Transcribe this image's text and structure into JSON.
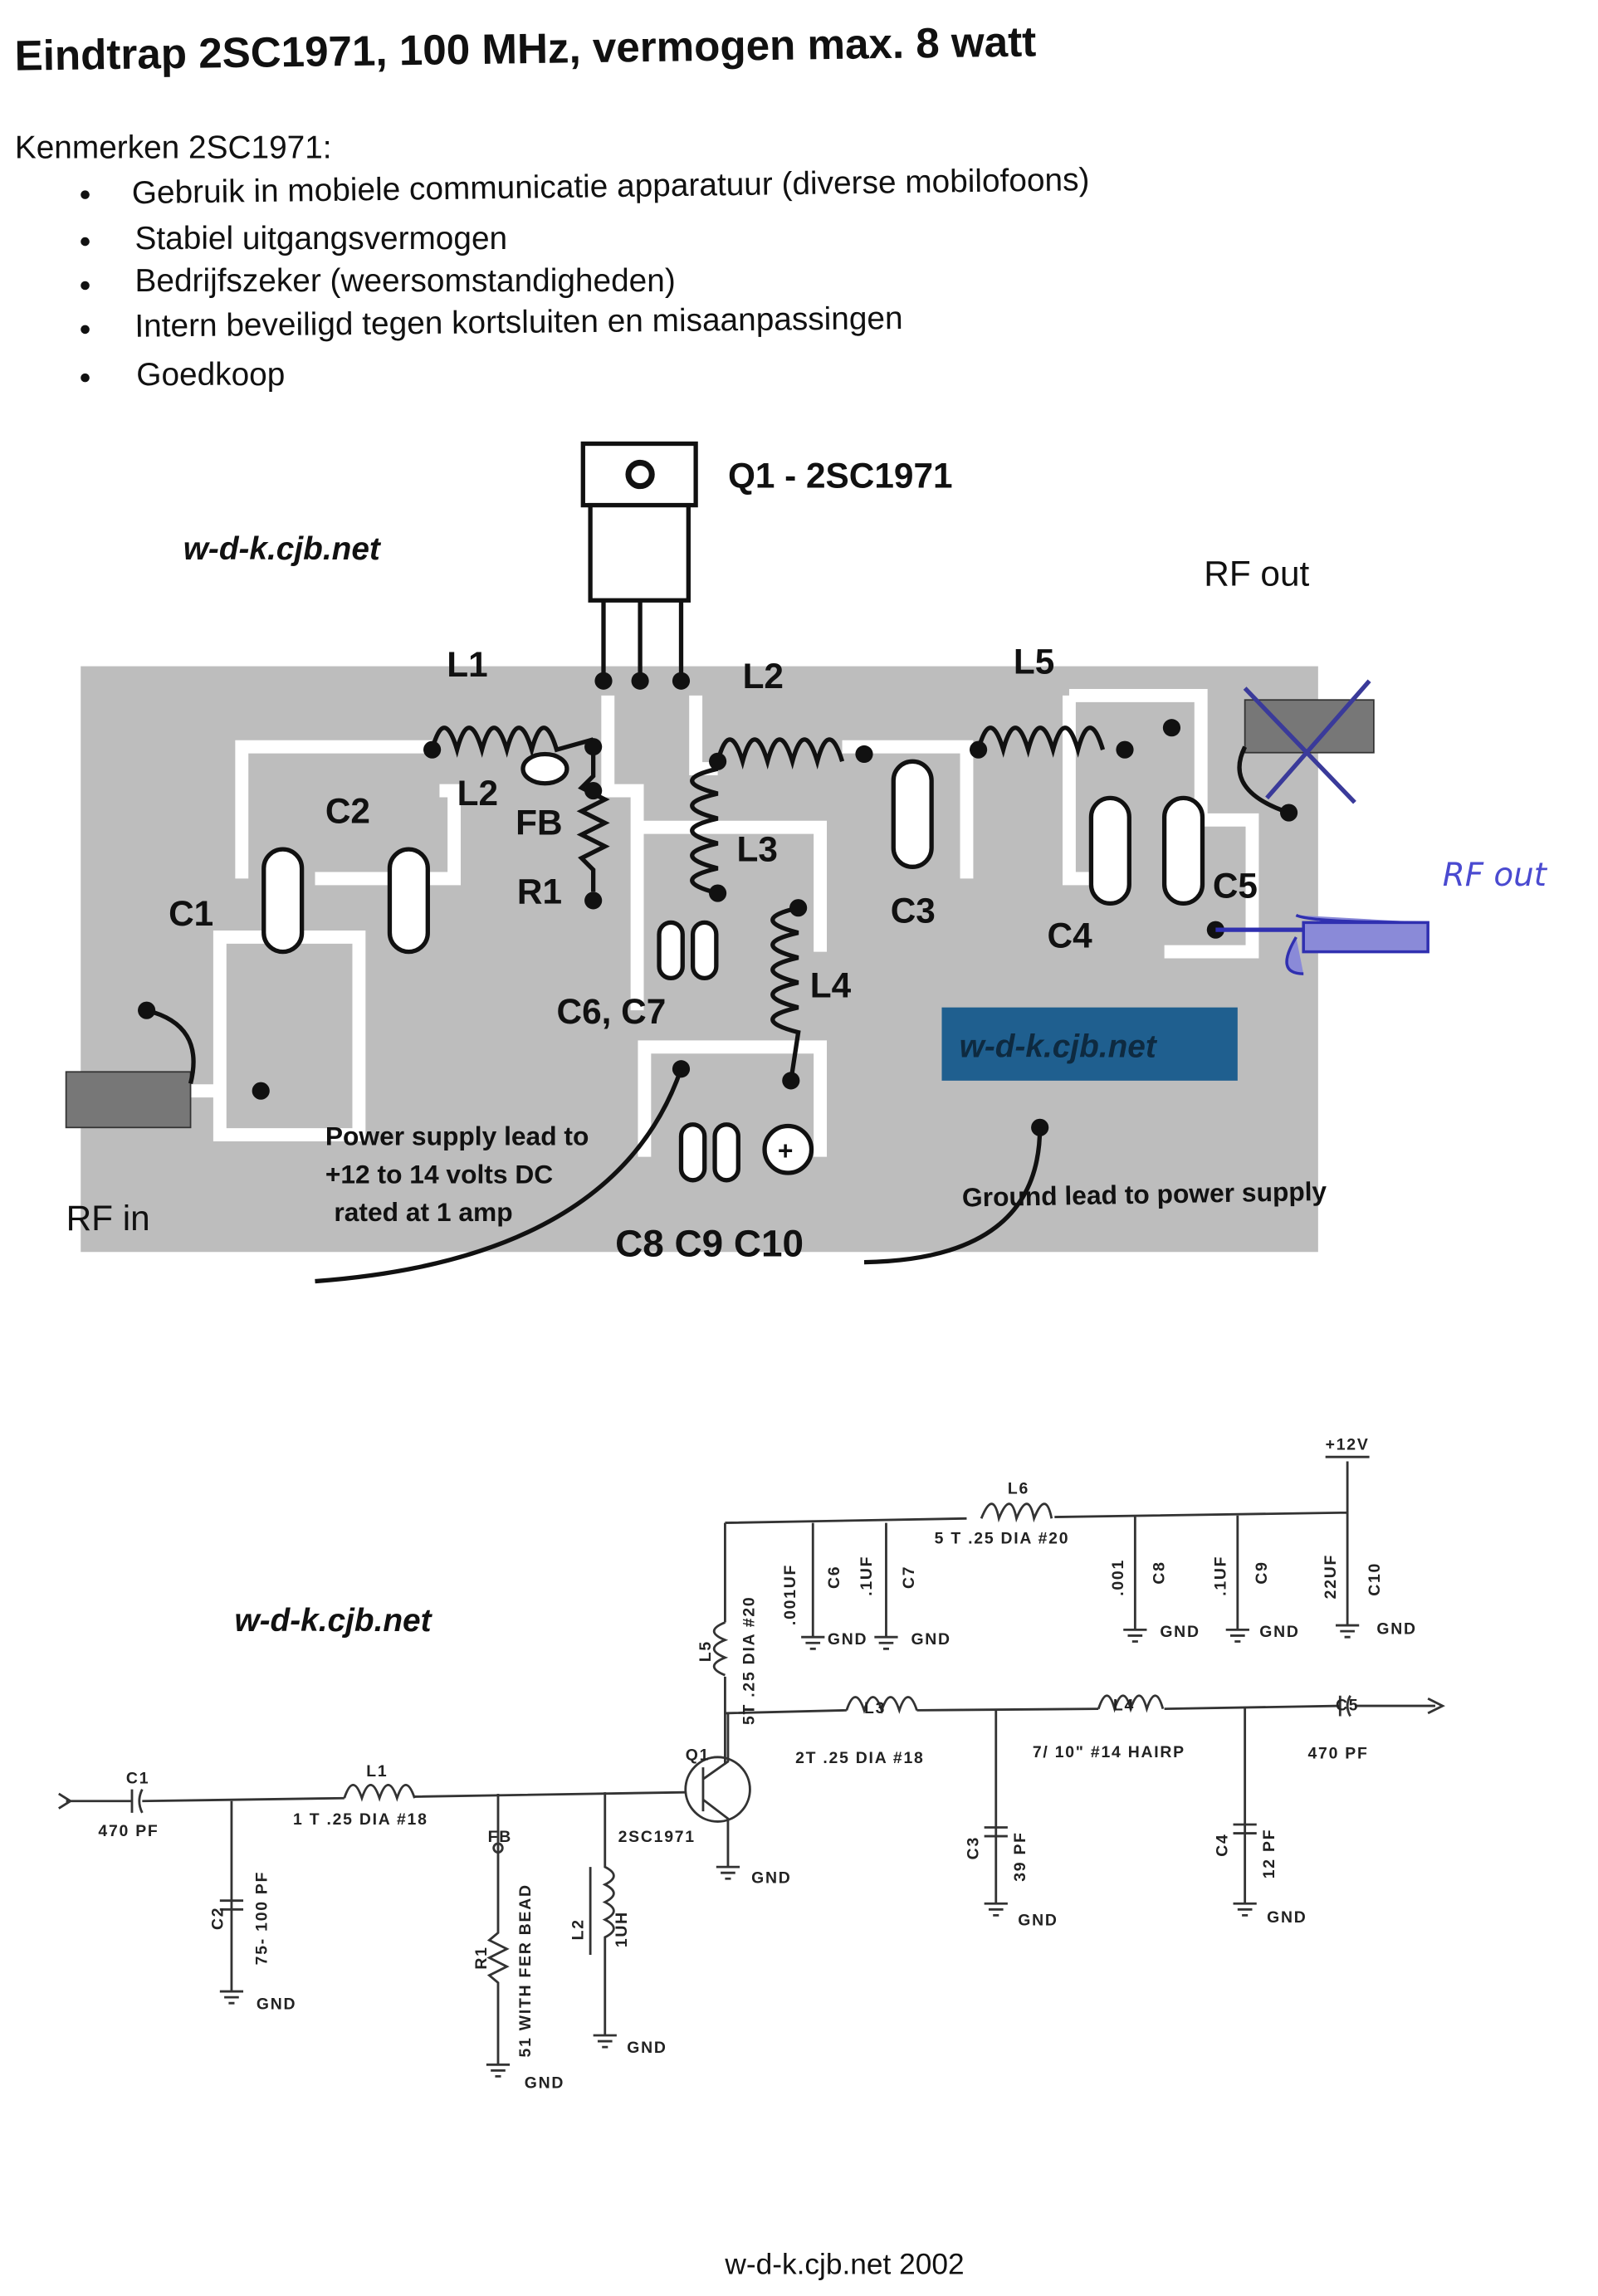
{
  "title": "Eindtrap 2SC1971, 100 MHz, vermogen max. 8 watt",
  "features_heading": "Kenmerken 2SC1971:",
  "features": [
    "Gebruik in mobiele communicatie apparatuur (diverse mobilofoons)",
    "Stabiel uitgangsvermogen",
    "Bedrijfszeker (weersomstandigheden)",
    "Intern beveiligd tegen kortsluiten en misaanpassingen",
    "Goedkoop"
  ],
  "layout": {
    "transistor_label": "Q1 - 2SC1971",
    "site": "w-d-k.cjb.net",
    "rf_out": "RF out",
    "rf_in": "RF in",
    "labels": {
      "L1": "L1",
      "L2a": "L2",
      "L5": "L5",
      "C2": "C2",
      "L2b": "L2",
      "FB": "FB",
      "R1": "R1",
      "L3": "L3",
      "C1": "C1",
      "C3": "C3",
      "C4": "C4",
      "C5": "C5",
      "L4": "L4",
      "C6C7": "C6, C7",
      "C8C10": "C8  C9 C10"
    },
    "power_note": [
      "Power supply lead to",
      "+12 to 14  volts DC",
      "rated at 1 amp"
    ],
    "ground_note": "Ground lead to power supply",
    "blue_label": "w-d-k.cjb.net",
    "handwritten": "RF out",
    "accent": "#1f5f8f"
  },
  "schematic": {
    "site": "w-d-k.cjb.net",
    "vcc": "+12V",
    "L6": "L6",
    "L6_spec": "5 T .25 DIA #20",
    "C6": "C6",
    "C6_val": ".001UF",
    "C7": "C7",
    "C7_val": ".1UF",
    "C8": "C8",
    "C8_val": ".001",
    "C9": "C9",
    "C9_val": ".1UF",
    "C10": "C10",
    "C10_val": "22UF",
    "L5": "L5",
    "L5_spec": "5T .25 DIA #20",
    "L3": "L3",
    "L3_spec": "2T .25 DIA #18",
    "L4": "L4",
    "L4_spec": "7/ 10\" #14 HAIRP",
    "C5": "C5",
    "C5_val": "470 PF",
    "C3": "C3",
    "C3_val": "39 PF",
    "C4": "C4",
    "C4_val": "12 PF",
    "Q1": "Q1",
    "Q1_type": "2SC1971",
    "C1": "C1",
    "C1_val": "470 PF",
    "L1": "L1",
    "L1_spec": "1 T .25 DIA #18",
    "C2": "C2",
    "C2_val": "75- 100 PF",
    "FB": "FB",
    "R1": "R1",
    "R1_val": "51 WITH FER BEAD",
    "L2": "L2",
    "L2_val": "1UH",
    "gnd": "GND"
  },
  "footer": "w-d-k.cjb.net 2002"
}
